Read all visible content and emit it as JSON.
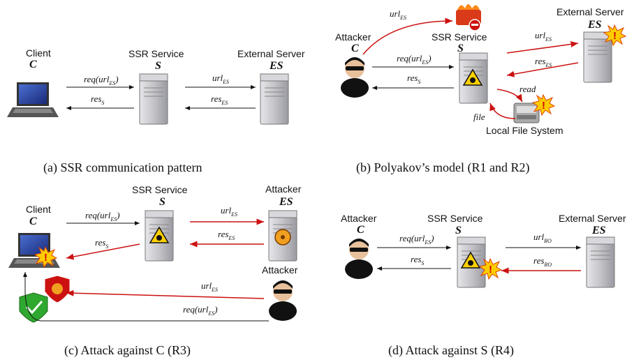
{
  "panel_a": {
    "caption": "(a) SSR communication pattern",
    "client_label": "Client",
    "client_letter": "C",
    "ssr_label": "SSR Service",
    "ssr_letter": "S",
    "es_label": "External Server",
    "es_letter": "ES",
    "msg_req": "req(url",
    "msg_req_sub": "ES",
    "msg_req_close": ")",
    "msg_res_s": "res",
    "msg_res_s_sub": "S",
    "msg_url": "url",
    "msg_url_sub": "ES",
    "msg_res_es": "res",
    "msg_res_es_sub": "ES"
  },
  "panel_b": {
    "caption": "(b) Polyakov’s model (R1 and R2)",
    "attacker_label": "Attacker",
    "attacker_letter": "C",
    "ssr_label": "SSR Service",
    "ssr_letter": "S",
    "es_label": "External Server",
    "es_letter": "ES",
    "fs_label": "Local File System",
    "msg_url_fw": "url",
    "msg_url_fw_sub": "ES",
    "msg_req": "req(url",
    "msg_req_sub": "ES",
    "msg_req_close": ")",
    "msg_res_s": "res",
    "msg_res_s_sub": "S",
    "msg_url": "url",
    "msg_url_sub": "ES",
    "msg_res_es": "res",
    "msg_res_es_sub": "ES",
    "msg_read": "read",
    "msg_file": "file"
  },
  "panel_c": {
    "caption": "(c) Attack against C (R3)",
    "client_label": "Client",
    "client_letter": "C",
    "ssr_label": "SSR Service",
    "ssr_letter": "S",
    "es_label": "Attacker",
    "es_letter": "ES",
    "attacker_label": "Attacker",
    "msg_req": "req(url",
    "msg_req_sub": "ES",
    "msg_req_close": ")",
    "msg_res_s": "res",
    "msg_res_s_sub": "S",
    "msg_url": "url",
    "msg_url_sub": "ES",
    "msg_res_es": "res",
    "msg_res_es_sub": "ES",
    "msg_url2": "url",
    "msg_url2_sub": "ES",
    "msg_req2": "req(url",
    "msg_req2_sub": "ES",
    "msg_req2_close": ")"
  },
  "panel_d": {
    "caption": "(d) Attack against S (R4)",
    "attacker_label": "Attacker",
    "attacker_letter": "C",
    "ssr_label": "SSR Service",
    "ssr_letter": "S",
    "es_label": "External Server",
    "es_letter": "ES",
    "msg_req": "req(url",
    "msg_req_sub": "ES",
    "msg_req_close": ")",
    "msg_res_s": "res",
    "msg_res_s_sub": "S",
    "msg_url": "url",
    "msg_url_sub": "RO",
    "msg_res": "res",
    "msg_res_sub": "RO"
  },
  "colors": {
    "attack": "#cc1111",
    "normal": "#111111",
    "server": "#c8c8cc",
    "laptop": "#2a3a8c"
  }
}
